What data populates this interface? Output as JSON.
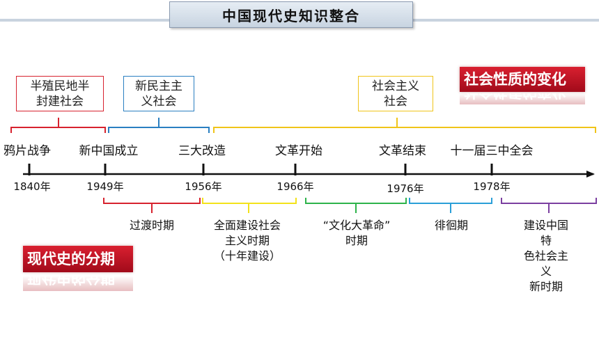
{
  "title": "中国现代史知识整合",
  "label_nature": "社会性质的变化",
  "label_periods": "现代史的分期",
  "nature_boxes": [
    {
      "text": "半殖民地半\n封建社会",
      "color": "#d7222e"
    },
    {
      "text": "新民主主\n义社会",
      "color": "#2a7fc1"
    },
    {
      "text": "社会主义\n社会",
      "color": "#f0c419"
    }
  ],
  "events": [
    "鸦片战争",
    "新中国成立",
    "三大改造",
    "文革开始",
    "文革结束",
    "十一届三中全会"
  ],
  "years": [
    "1840年",
    "1949年",
    "1956年",
    "1966年",
    "1976年",
    "1978年"
  ],
  "periods": [
    {
      "text": "过渡时期",
      "color": "#d7222e"
    },
    {
      "text": "全面建设社会\n主义时期\n（十年建设）",
      "color": "#f3e21a"
    },
    {
      "text": "“文化大革命”\n时期",
      "color": "#2db34a"
    },
    {
      "text": "徘徊期",
      "color": "#2a9fd8"
    },
    {
      "text": "建设中国特\n色社会主义\n新时期",
      "color": "#7b3fa0"
    }
  ]
}
